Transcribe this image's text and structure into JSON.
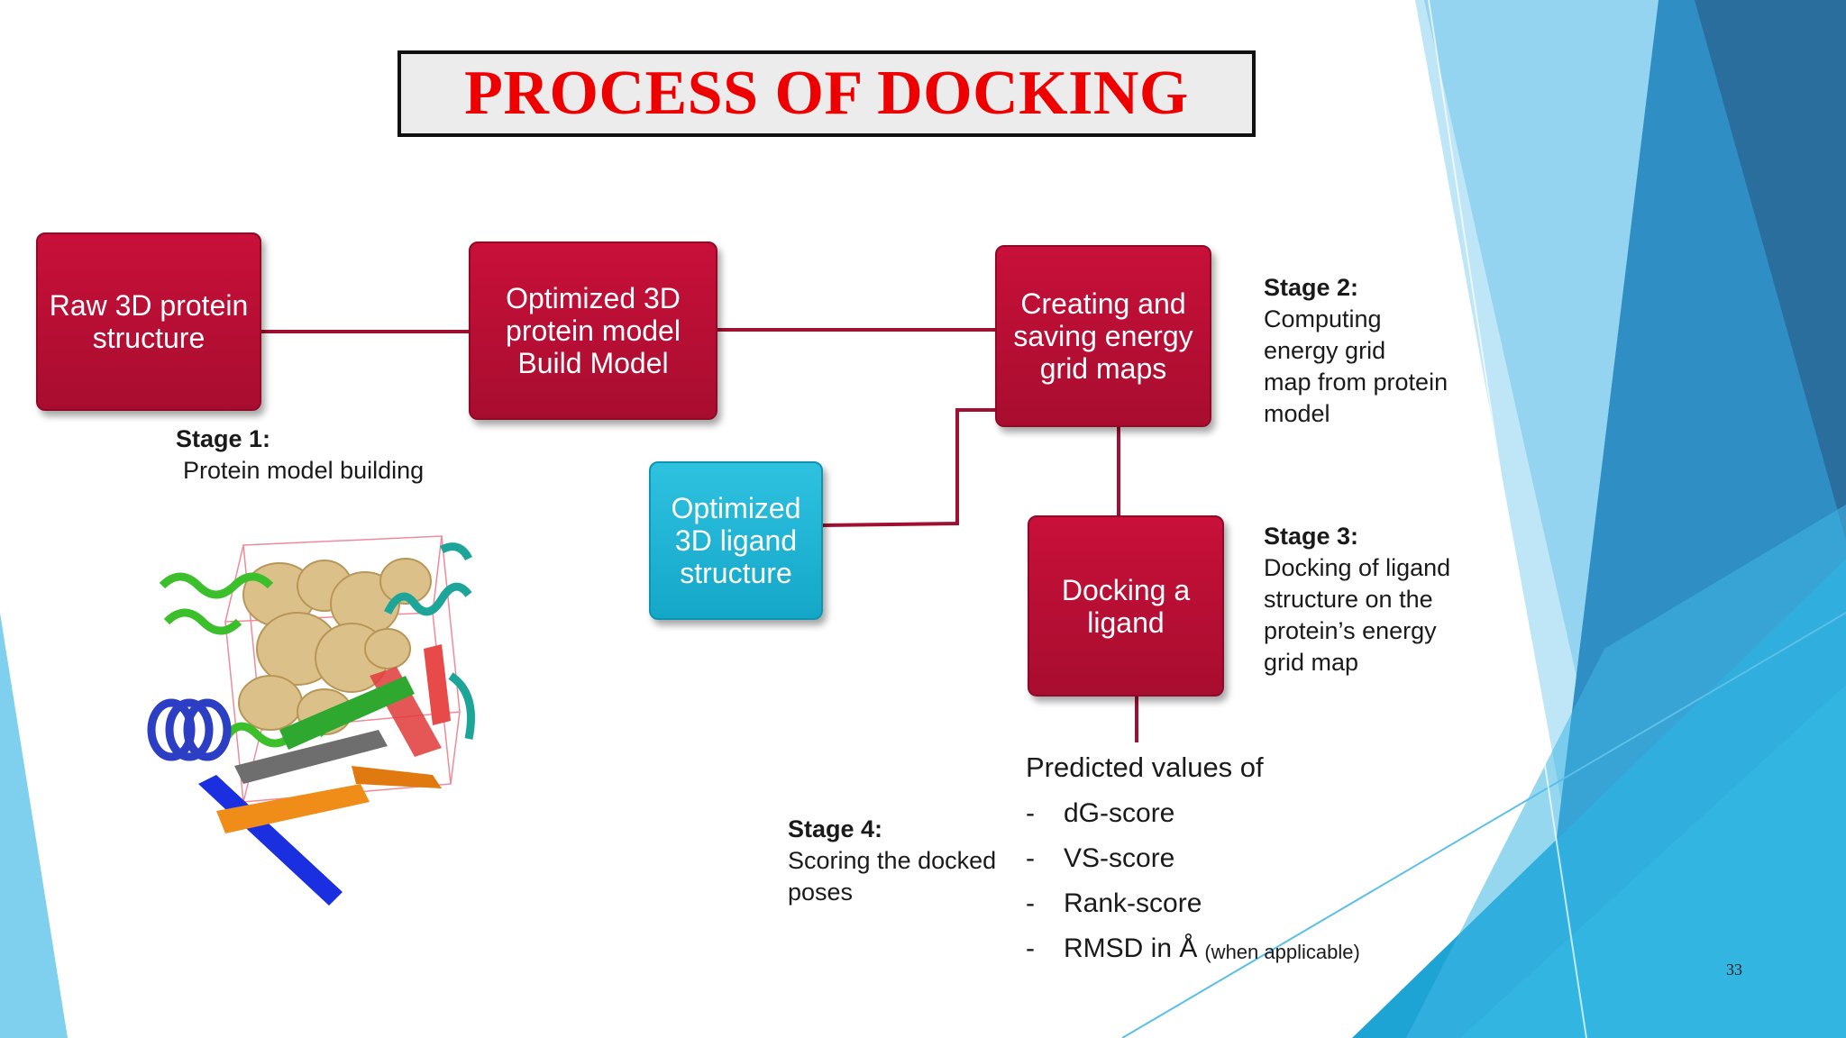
{
  "title": "PROCESS OF DOCKING",
  "boxes": {
    "raw_protein": "Raw 3D protein\nstructure",
    "optimized_protein": "Optimized 3D\nprotein model\nBuild Model",
    "energy_maps": "Creating and\nsaving energy\ngrid maps",
    "ligand": "Optimized\n3D ligand\nstructure",
    "docking": "Docking a\nligand"
  },
  "stages": {
    "stage1": {
      "title": "Stage 1:",
      "desc": "Protein model building"
    },
    "stage2": {
      "title": "Stage 2:",
      "desc": "Computing\nenergy grid\nmap from protein\nmodel"
    },
    "stage3": {
      "title": "Stage 3:",
      "desc": "Docking of ligand\nstructure on the\nprotein’s energy\ngrid map"
    },
    "stage4": {
      "title": "Stage 4:",
      "desc": "Scoring the docked\nposes"
    }
  },
  "predicted": {
    "heading": "Predicted values of",
    "items": [
      {
        "label": "dG-score",
        "note": ""
      },
      {
        "label": "VS-score",
        "note": ""
      },
      {
        "label": "Rank-score",
        "note": ""
      },
      {
        "label": "RMSD in Å",
        "note": "(when applicable)"
      }
    ]
  },
  "page_number": "33",
  "colors": {
    "box_red": "#b30e33",
    "box_blue": "#1fb4d6",
    "connector": "#a01030",
    "title_red": "#ef0000",
    "accent_blue": "#2f8fc4"
  },
  "icons": {
    "protein_image": "protein-ribbon-structure"
  }
}
